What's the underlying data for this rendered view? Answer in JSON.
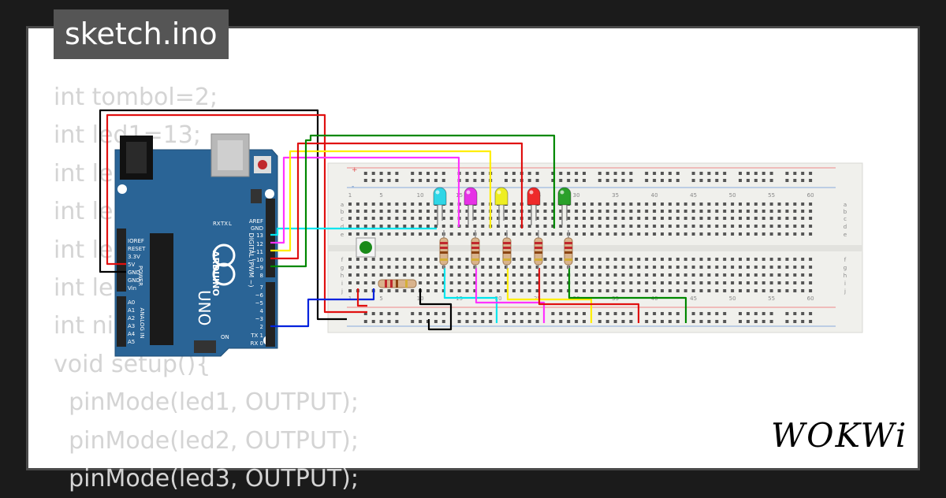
{
  "window": {
    "title": "sketch.ino"
  },
  "code_lines": [
    "int tombol=2;",
    "int led1=13;",
    "int le",
    "int le",
    "int le",
    "int le",
    "int ni",
    "void setup(){",
    "  pinMode(led1, OUTPUT);",
    "  pinMode(led2, OUTPUT);",
    "  pinMode(led3, OUTPUT);"
  ],
  "arduino": {
    "brand": "ARDUINO",
    "model": "UNO",
    "on_label": "ON",
    "digital_label": "DIGITAL (PWM ~)",
    "power_label": "POWER",
    "analog_label": "ANALOG IN",
    "top_labels": [
      "AREF",
      "GND",
      "13",
      "12",
      "~11",
      "~10",
      "~9",
      "8"
    ],
    "bottom_labels": [
      "7",
      "~6",
      "~5",
      "4",
      "~3",
      "2",
      "TX 1",
      "RX 0"
    ],
    "power_pins": [
      "IOREF",
      "RESET",
      "3.3V",
      "5V",
      "GND",
      "GND",
      "Vin"
    ],
    "analog_pins": [
      "A0",
      "A1",
      "A2",
      "A3",
      "A4",
      "A5"
    ],
    "led_labels": [
      "L",
      "TX",
      "RX"
    ]
  },
  "breadboard": {
    "column_numbers": [
      "1",
      "5",
      "10",
      "15",
      "20",
      "25",
      "30",
      "35",
      "40",
      "45",
      "50",
      "55",
      "60"
    ],
    "row_letters_top": [
      "a",
      "b",
      "c",
      "d",
      "e"
    ],
    "row_letters_bottom": [
      "f",
      "g",
      "h",
      "i",
      "j"
    ],
    "rail_plus": "+",
    "rail_minus": "-"
  },
  "leds": [
    {
      "color": "#2fd6e6"
    },
    {
      "color": "#e632e6"
    },
    {
      "color": "#eeee22"
    },
    {
      "color": "#ee2a2a"
    },
    {
      "color": "#2aa02a"
    }
  ],
  "wire_colors": {
    "gnd": "#000000",
    "vcc": "#e01010",
    "led1": "#00e5ee",
    "led2": "#ff33ff",
    "led3": "#ffee00",
    "led4": "#e01010",
    "led5": "#008800",
    "button": "#0022dd"
  },
  "brand": {
    "logo": "WOKWi"
  }
}
